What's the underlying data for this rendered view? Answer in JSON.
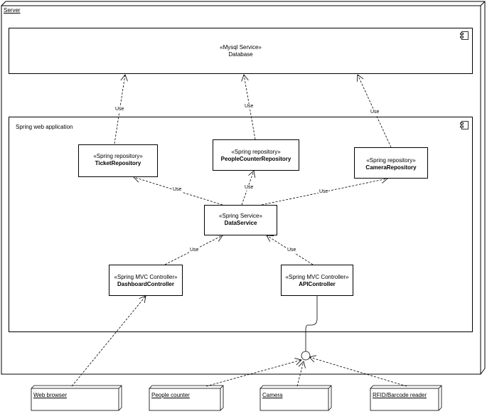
{
  "server": {
    "label": "Server"
  },
  "database": {
    "stereotype": "«Mysql Service»",
    "name": "Database"
  },
  "webapp": {
    "label": "Spring web application"
  },
  "components": {
    "ticket_repo": {
      "stereotype": "«Spring repository»",
      "name": "TicketRepository"
    },
    "people_repo": {
      "stereotype": "«Spring repository»",
      "name": "PeopleCounterRepository"
    },
    "camera_repo": {
      "stereotype": "«Spring repository»",
      "name": "CameraRepository"
    },
    "data_service": {
      "stereotype": "«Spring Service»",
      "name": "DataService"
    },
    "dashboard": {
      "stereotype": "«Spring MVC Controller»",
      "name": "DashboardController"
    },
    "api": {
      "stereotype": "«Spring MVC Controller»",
      "name": "APIController"
    }
  },
  "dependency_label": "Use",
  "external_nodes": {
    "web_browser": "Web browser",
    "people_counter": "People counter",
    "camera": "Camera",
    "rfid": "RFID/Barcode reader"
  }
}
